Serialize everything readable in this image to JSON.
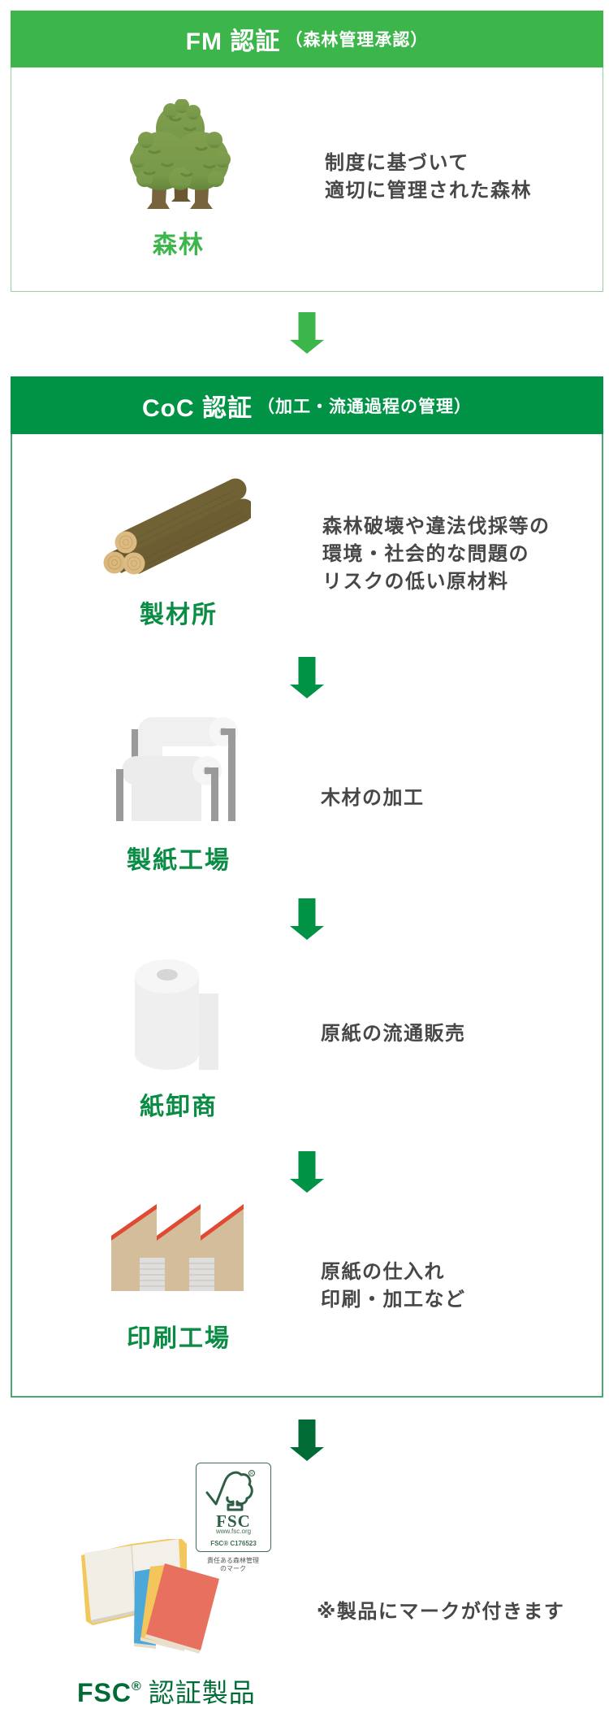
{
  "colors": {
    "fm_green": "#3cb54a",
    "coc_green": "#009245",
    "product_green": "#006b35",
    "text_gray": "#474747"
  },
  "fm_section": {
    "title": "FM 認証",
    "subtitle": "（森林管理承認）",
    "icon": "forest-trees-icon",
    "label": "森林",
    "description": [
      "制度に基づいて",
      "適切に管理された森林"
    ]
  },
  "coc_section": {
    "title": "CoC 認証",
    "subtitle": "（加工・流通過程の管理）",
    "steps": [
      {
        "icon": "logs-icon",
        "label": "製材所",
        "description": [
          "森林破壊や違法伐採等の",
          "環境・社会的な問題の",
          "リスクの低い原材料"
        ]
      },
      {
        "icon": "paper-machine-icon",
        "label": "製紙工場",
        "description": [
          "木材の加工"
        ]
      },
      {
        "icon": "paper-roll-icon",
        "label": "紙卸商",
        "description": [
          "原紙の流通販売"
        ]
      },
      {
        "icon": "factory-icon",
        "label": "印刷工場",
        "description": [
          "原紙の仕入れ",
          "印刷・加工など"
        ]
      }
    ]
  },
  "product": {
    "logo": {
      "brand": "FSC",
      "url": "www.fsc.org",
      "license": "FSC® C176523",
      "caption": [
        "責任ある森林管理",
        "のマーク"
      ]
    },
    "icon": "books-icon",
    "note": "※製品にマークが付きます",
    "label_brand": "FSC",
    "label_reg": "®",
    "label_text": "認証製品"
  }
}
